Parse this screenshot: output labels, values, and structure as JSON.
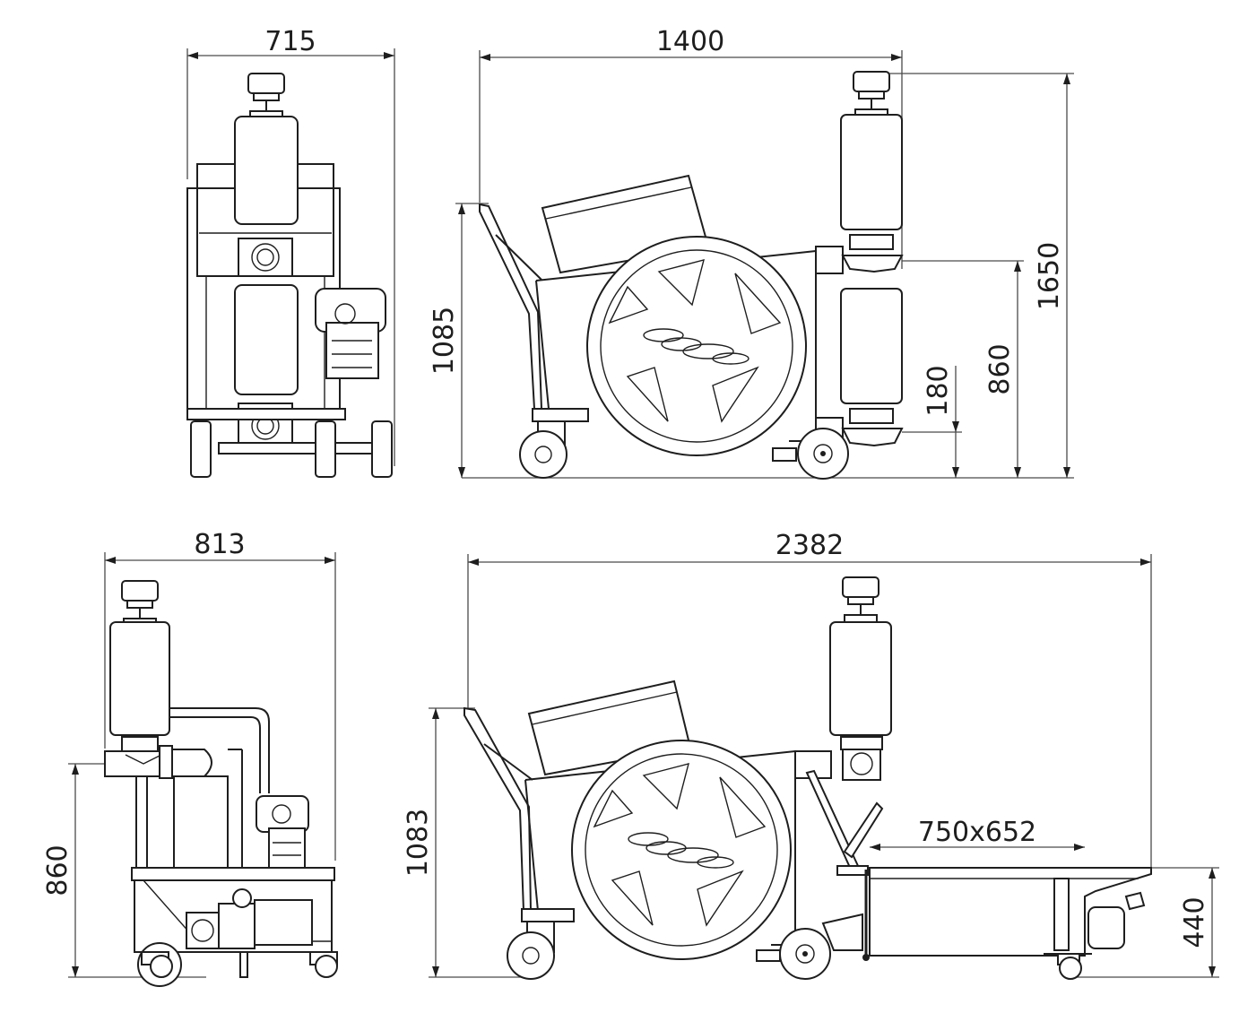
{
  "drawing": {
    "views": [
      {
        "id": "front",
        "dimensions": {
          "width": "715"
        }
      },
      {
        "id": "side",
        "dimensions": {
          "length": "1400",
          "height": "1650",
          "handle_height": "1085",
          "outlet_height": "860",
          "inlet_height": "180"
        }
      },
      {
        "id": "front-with-hopper",
        "dimensions": {
          "width": "813",
          "outlet_height": "860"
        }
      },
      {
        "id": "side-with-hopper",
        "dimensions": {
          "length": "2382",
          "handle_height": "1083",
          "hopper_size": "750x652",
          "hopper_height": "440"
        }
      }
    ],
    "colors": {
      "line": "#1e1e1e",
      "dimension": "#4a4a4a",
      "background": "#ffffff"
    }
  }
}
